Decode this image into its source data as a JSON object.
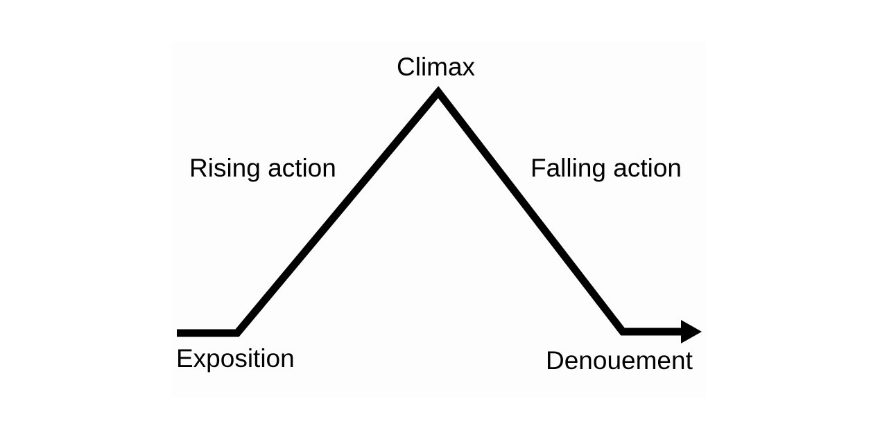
{
  "diagram": {
    "labels": {
      "climax": "Climax",
      "rising_action": "Rising action",
      "falling_action": "Falling action",
      "exposition": "Exposition",
      "denouement": "Denouement"
    },
    "colors": {
      "line": "#000000",
      "background": "#fdfdfd"
    }
  }
}
